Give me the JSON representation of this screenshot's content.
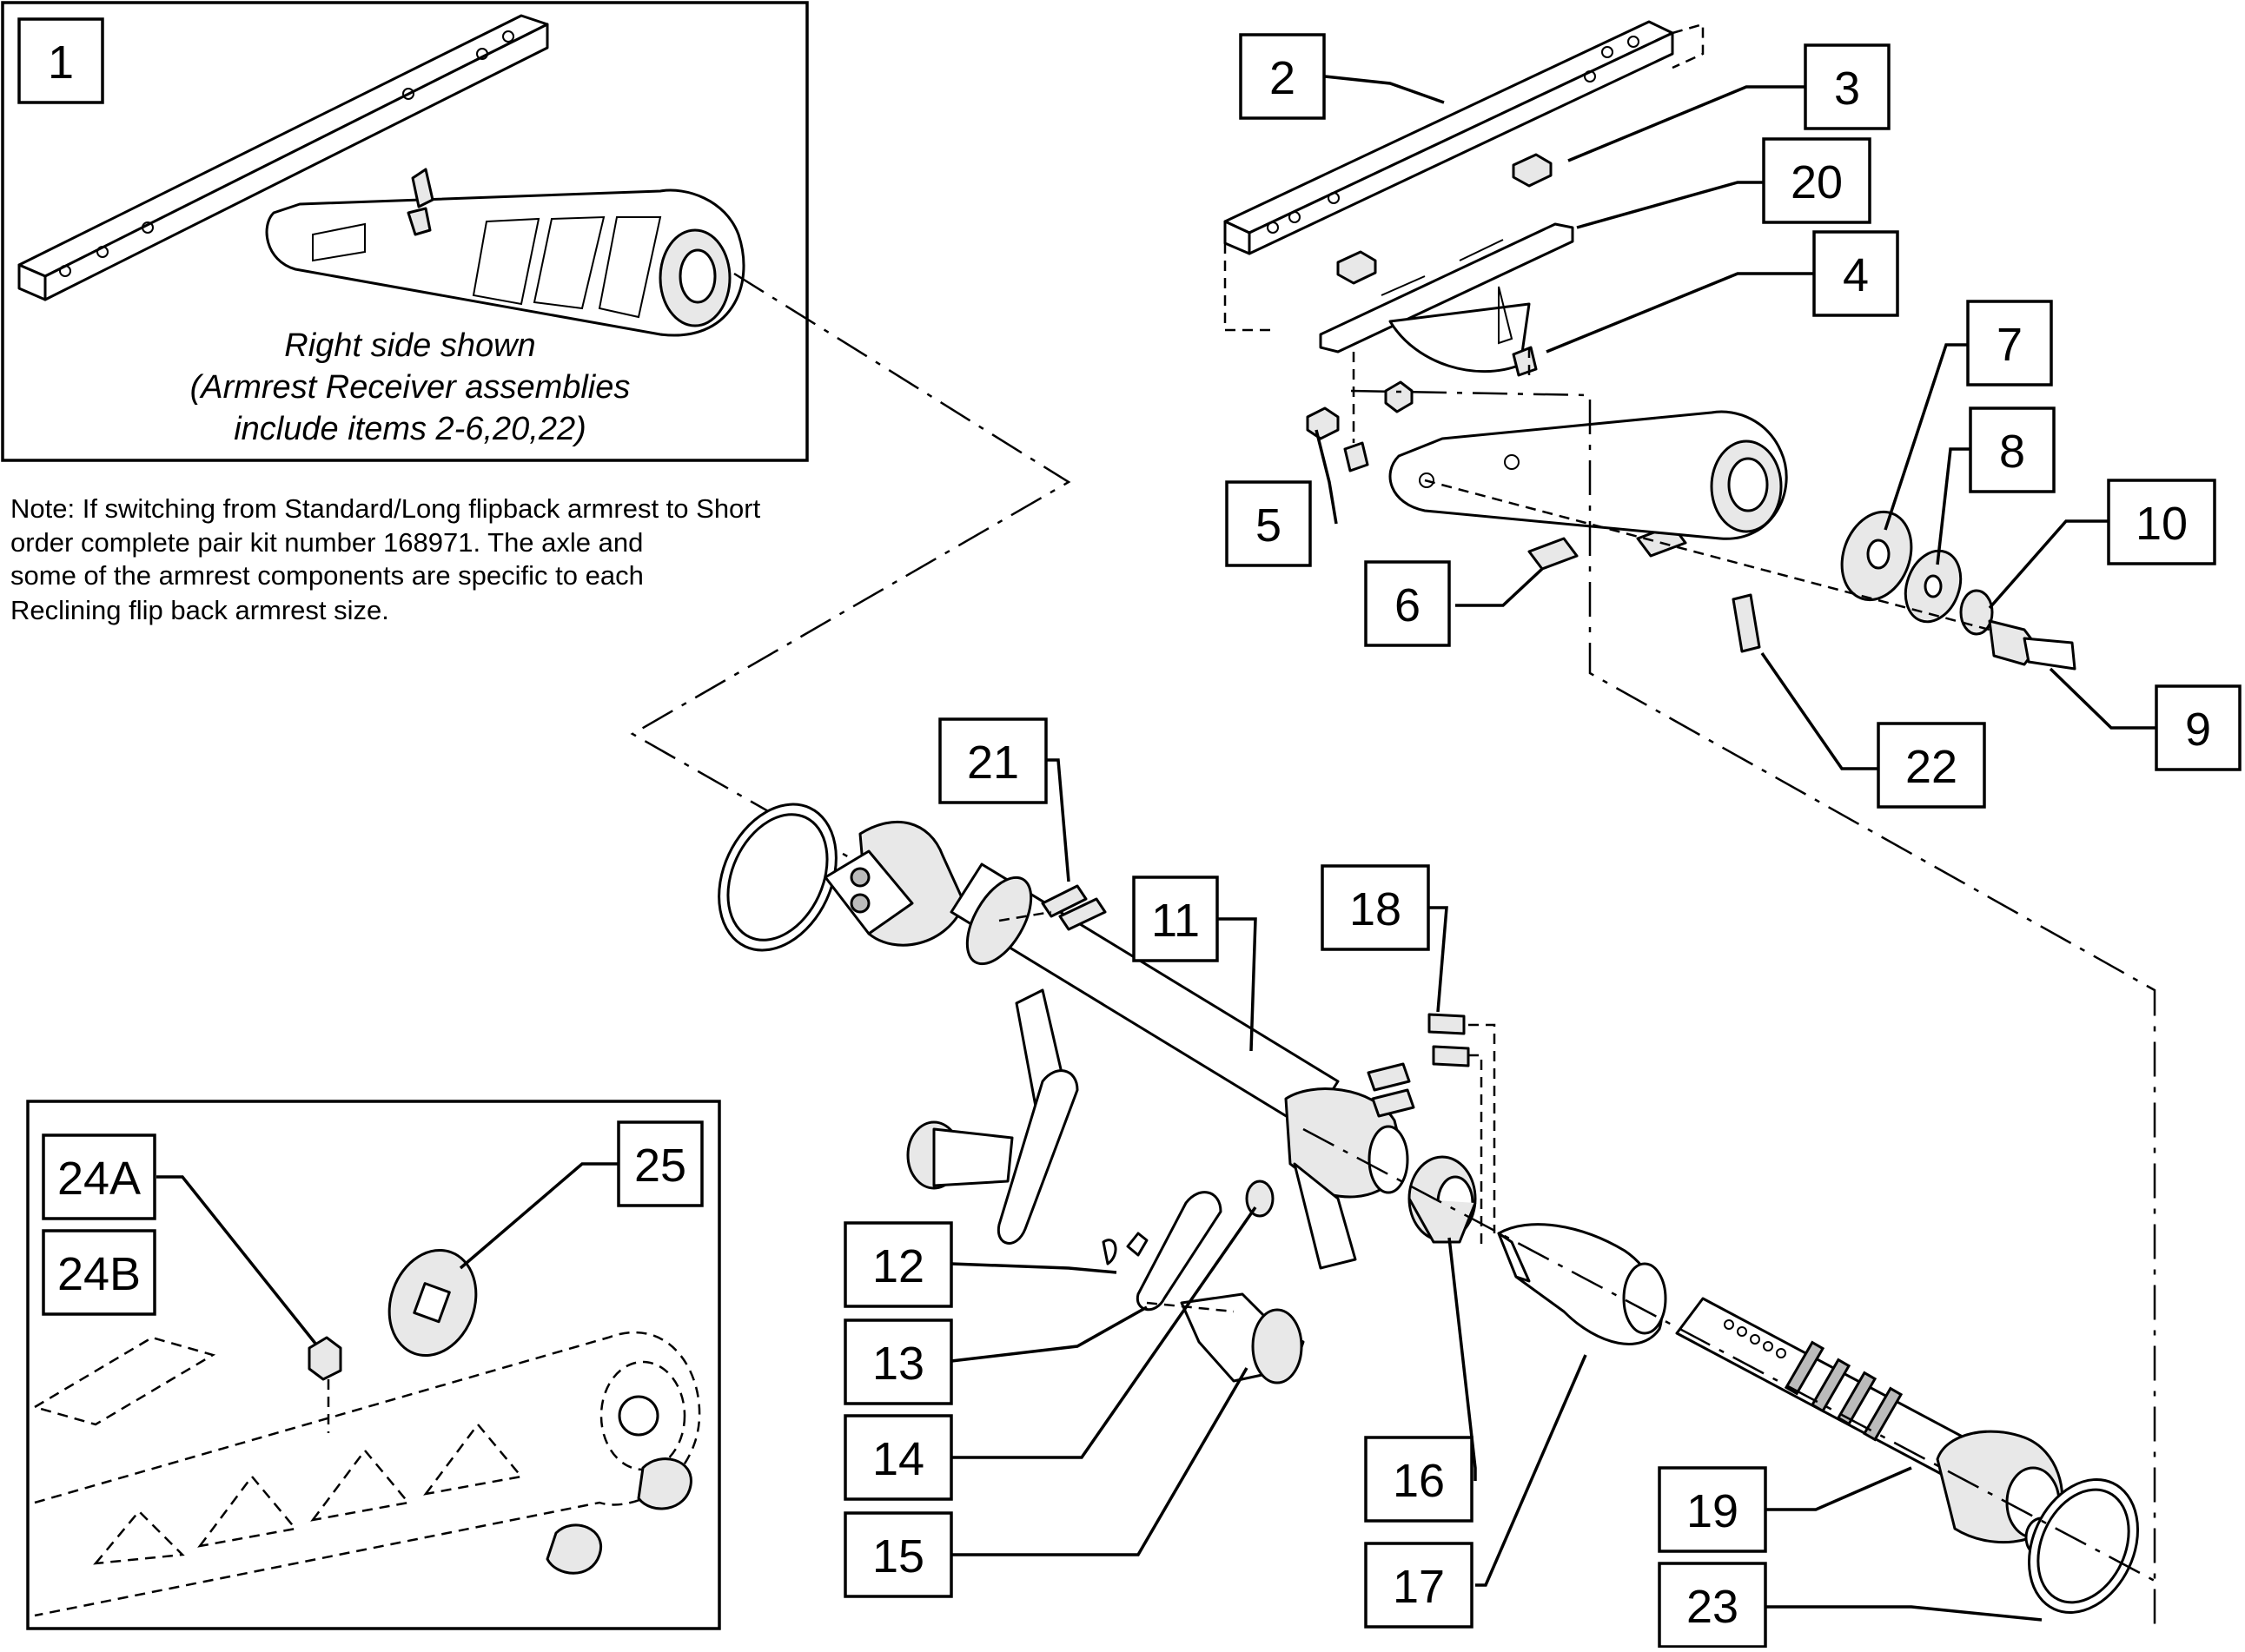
{
  "inset_caption": {
    "line1": "Right side shown",
    "line2": "(Armrest Receiver assemblies",
    "line3": "include items 2-6,20,22)"
  },
  "note": {
    "line1": "Note: If switching from Standard/Long flipback armrest to Short",
    "line2": "order complete pair kit number 168971. The axle and",
    "line3": "some of the armrest components are specific to each",
    "line4": "Reclining flip back armrest size."
  },
  "callouts": {
    "c1": "1",
    "c2": "2",
    "c3": "3",
    "c4": "4",
    "c5": "5",
    "c6": "6",
    "c7": "7",
    "c8": "8",
    "c9": "9",
    "c10": "10",
    "c11": "11",
    "c12": "12",
    "c13": "13",
    "c14": "14",
    "c15": "15",
    "c16": "16",
    "c17": "17",
    "c18": "18",
    "c19": "19",
    "c20": "20",
    "c21": "21",
    "c22": "22",
    "c23": "23",
    "c24a": "24A",
    "c24b": "24B",
    "c25": "25"
  }
}
